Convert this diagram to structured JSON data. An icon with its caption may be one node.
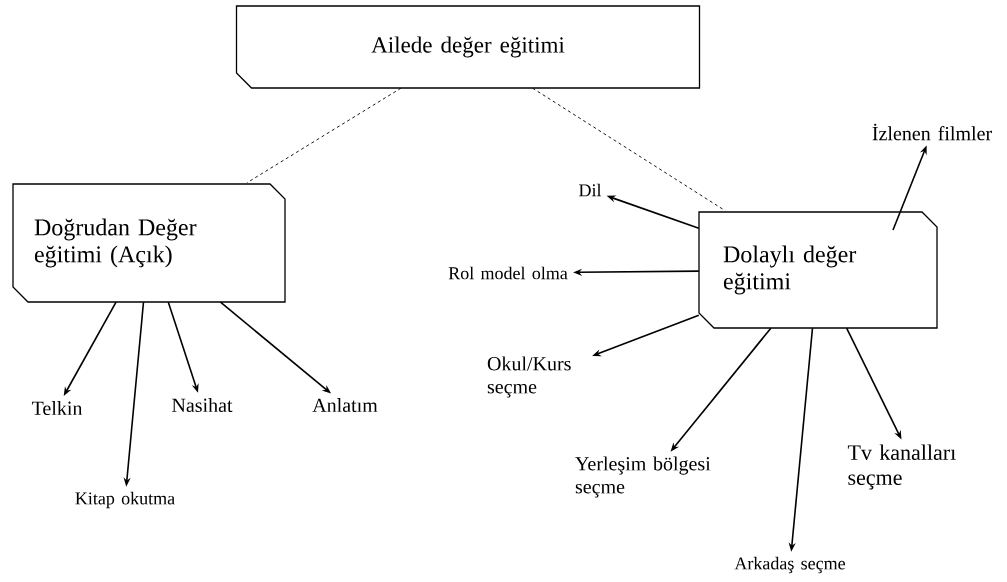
{
  "diagram": {
    "nodes": [
      {
        "text": [
          "Ailede değer eğitimi"
        ]
      },
      {
        "text": [
          "Doğrudan Değer eğitimi (Açık)"
        ]
      },
      {
        "text": [
          "Dolaylı değer eğitimi"
        ]
      },
      {
        "text": [
          "İzlenen filmler"
        ]
      },
      {
        "text": [
          "Dil"
        ]
      },
      {
        "text": [
          "Rol model olma"
        ]
      },
      {
        "text": [
          "Telkin"
        ]
      },
      {
        "text": [
          "Nasihat"
        ]
      },
      {
        "text": [
          "Anlatım"
        ]
      },
      {
        "text": [
          "Okul/Kurs seçme"
        ]
      },
      {
        "text": [
          "Kitap okutma"
        ]
      },
      {
        "text": [
          "Yerleşim bölgesi seçme"
        ]
      },
      {
        "text": [
          "Tv kanalları seçme"
        ]
      },
      {
        "text": [
          "Arkadaş seçme"
        ]
      }
    ],
    "edges": [
      {
        "from": 0,
        "to": 1,
        "arrow": "none",
        "style": "dashed"
      },
      {
        "from": 0,
        "to": 2,
        "arrow": "none",
        "style": "dashed"
      },
      {
        "from": 1,
        "to": 6,
        "arrow": "to"
      },
      {
        "from": 1,
        "to": 10,
        "arrow": "to"
      },
      {
        "from": 1,
        "to": 7,
        "arrow": "to"
      },
      {
        "from": 1,
        "to": 8,
        "arrow": "to"
      },
      {
        "from": 2,
        "to": 3,
        "arrow": "to"
      },
      {
        "from": 2,
        "to": 4,
        "arrow": "to"
      },
      {
        "from": 2,
        "to": 5,
        "arrow": "to"
      },
      {
        "from": 2,
        "to": 9,
        "arrow": "to"
      },
      {
        "from": 2,
        "to": 11,
        "arrow": "to"
      },
      {
        "from": 2,
        "to": 13,
        "arrow": "to"
      },
      {
        "from": 2,
        "to": 12,
        "arrow": "to"
      }
    ]
  }
}
